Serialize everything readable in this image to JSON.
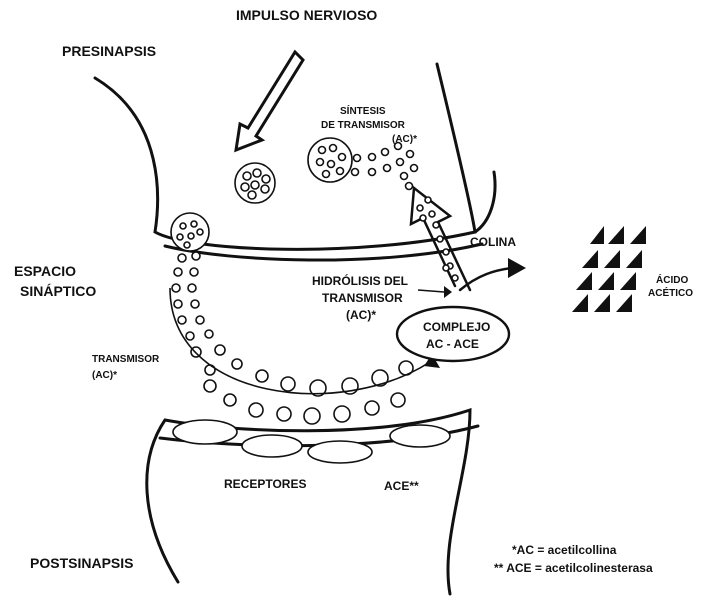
{
  "labels": {
    "impulso": "IMPULSO NERVIOSO",
    "presinapsis": "PRESINAPSIS",
    "sintesis": [
      "SÍNTESIS",
      "DE TRANSMISOR",
      "(AC)*"
    ],
    "espacio": [
      "ESPACIO",
      "SINÁPTICO"
    ],
    "colina": "COLINA",
    "hidrolisis": [
      "HIDRÓLISIS DEL",
      "TRANSMISOR",
      "(AC)*"
    ],
    "complejo": [
      "COMPLEJO",
      "AC - ACE"
    ],
    "acido": [
      "ÁCIDO",
      "ACÉTICO"
    ],
    "transmisor": [
      "TRANSMISOR",
      "(AC)*"
    ],
    "receptores": "RECEPTORES",
    "ace": "ACE**",
    "postsinapsis": "POSTSINAPSIS"
  },
  "footnotes": [
    "*AC = acetilcollina",
    "** ACE = acetilcolinesterasa"
  ]
}
